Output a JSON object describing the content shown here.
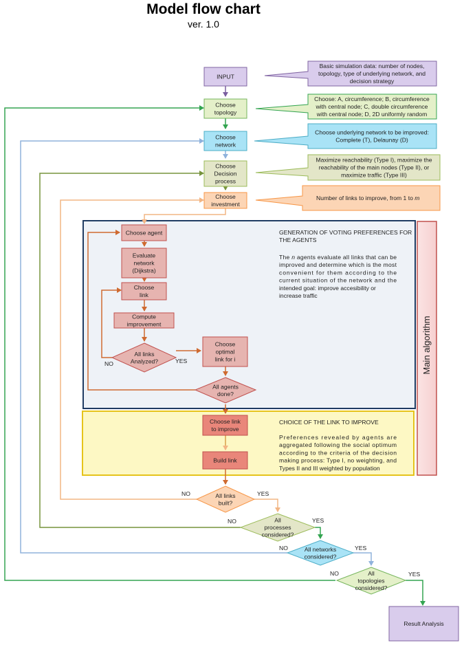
{
  "title": "Model flow chart",
  "subtitle": "ver. 1.0",
  "nodes": {
    "input": [
      "INPUT"
    ],
    "topology": [
      "Choose",
      "topology"
    ],
    "network": [
      "Choose",
      "network"
    ],
    "decision": [
      "Choose",
      "Decision",
      "process"
    ],
    "investment": [
      "Choose",
      "investment"
    ],
    "agent": [
      "Choose agent"
    ],
    "evaluate": [
      "Evaluate",
      "network",
      "(Dijkstra)"
    ],
    "link": [
      "Choose",
      "link"
    ],
    "compute": [
      "Compute",
      "improvement"
    ],
    "optimal": [
      "Choose",
      "optimal",
      "link for i"
    ],
    "improve": [
      "Choose link",
      "to improve"
    ],
    "build": [
      "Build link"
    ],
    "result": [
      "Result Analysis"
    ]
  },
  "decisions": {
    "analyzed": [
      "All links",
      "Analyzed?"
    ],
    "agents_done": [
      "All agents",
      "done?"
    ],
    "links_built": [
      "All links",
      "built?"
    ],
    "processes": [
      "All",
      "processes",
      "considered?"
    ],
    "networks": [
      "All networks",
      "considered?"
    ],
    "topologies": [
      "All",
      "topologies",
      "considered?"
    ]
  },
  "callouts": {
    "input": [
      "Basic simulation data: number of nodes,",
      "topology, type of underlying network, and",
      "decision strategy"
    ],
    "topology": [
      "Choose: A, circumference; B, circumference",
      "with central node; C, double circumference",
      "with central node; D, 2D uniformly random"
    ],
    "network": [
      "Choose underlying network to be improved:",
      "Complete (T), Delaunay (D)"
    ],
    "decision": [
      "Maximize reachability (Type I), maximize the",
      "reachability of the main nodes (Type II), or",
      "maximize traffic (Type III)"
    ],
    "investment": "Number of links to improve, from 1 to ",
    "investment_var": "m"
  },
  "voting": {
    "heading": [
      "GENERATION OF VOTING PREFERENCES FOR",
      "THE AGENTS"
    ],
    "lines": [
      {
        "pre": "The ",
        "em": "n",
        "post": " agents evaluate all links that can be"
      },
      {
        "pre": "improved and determine which is the most",
        "em": "",
        "post": ""
      },
      {
        "pre": "convenient for them according to the",
        "em": "",
        "post": ""
      },
      {
        "pre": "current situation of the network and the",
        "em": "",
        "post": ""
      },
      {
        "pre": "intended goal: improve accesibility or",
        "em": "",
        "post": ""
      },
      {
        "pre": "increase traffic",
        "em": "",
        "post": ""
      }
    ]
  },
  "choice": {
    "heading": "CHOICE OF THE LINK TO IMPROVE",
    "lines": [
      "Preferences revealed by agents are",
      "aggregated following the social optimum",
      "according to the criteria of the decision",
      "making process: Type I, no weighting, and",
      "Types II and III weighted by population"
    ]
  },
  "side_label": "Main algorithm",
  "labels": {
    "no": "NO",
    "yes": "YES"
  },
  "colors": {
    "purple_fill": "#d9ccec",
    "purple_stroke": "#8064a2",
    "green_fill": "#e4f0c9",
    "green_stroke": "#76b55c",
    "green_line": "#33a450",
    "blue_fill": "#a9e3f6",
    "blue_stroke": "#4bacc6",
    "blue_line": "#8fb2dc",
    "olive_fill": "#e3e6c8",
    "olive_stroke": "#9bbb59",
    "olive_line": "#77933c",
    "peach_fill": "#fcd5b5",
    "peach_stroke": "#f79646",
    "rose_fill": "#e6b4b0",
    "rose_stroke": "#c0504d",
    "rose_line": "#cf6a30",
    "box_blue_fill": "#eef2f7",
    "box_blue_stroke": "#1f3b62",
    "box_yellow_fill": "#fdf8c4",
    "box_yellow_stroke": "#e5c31a",
    "side_fill": "#f9dcdc",
    "side_stroke": "#c0504d"
  }
}
